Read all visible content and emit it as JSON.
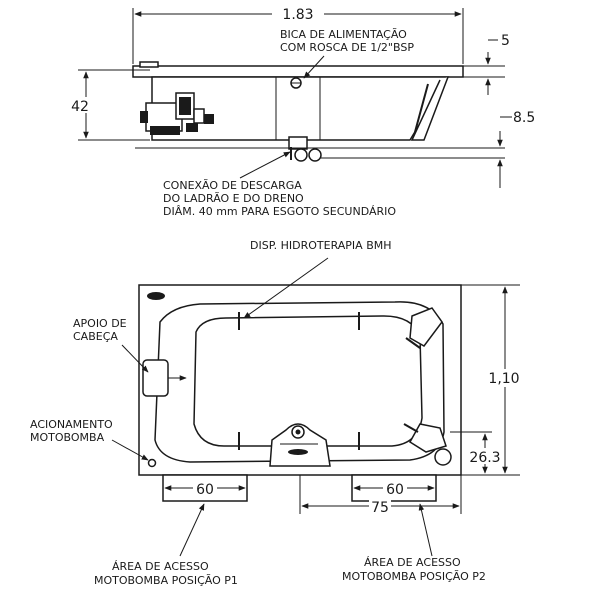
{
  "side_view": {
    "width_label": "1.83",
    "height_label": "42",
    "dim_5_label": "5",
    "dim_85_label": "8.5",
    "callout_supply_line1": "BICA DE ALIMENTAÇÃO",
    "callout_supply_line2": "COM ROSCA DE 1/2\"BSP",
    "callout_drain_line1": "CONEXÃO DE DESCARGA",
    "callout_drain_line2": "DO LADRÃO E DO DRENO",
    "callout_drain_line3": "DIÂM. 40 mm PARA ESGOTO SECUNDÁRIO"
  },
  "top_view": {
    "hydro_label": "DISP. HIDROTERAPIA BMH",
    "headrest_line1": "APOIO DE",
    "headrest_line2": "CABEÇA",
    "pump_line1": "ACIONAMENTO",
    "pump_line2": "MOTOBOMBA",
    "height_label": "1,10",
    "dim_263_label": "26.3",
    "dim_60_left": "60",
    "dim_60_right": "60",
    "dim_75_label": "75",
    "access_p1_line1": "ÁREA DE ACESSO",
    "access_p1_line2": "MOTOBOMBA POSIÇÃO P1",
    "access_p2_line1": "ÁREA DE ACESSO",
    "access_p2_line2": "MOTOBOMBA POSIÇÃO P2"
  }
}
